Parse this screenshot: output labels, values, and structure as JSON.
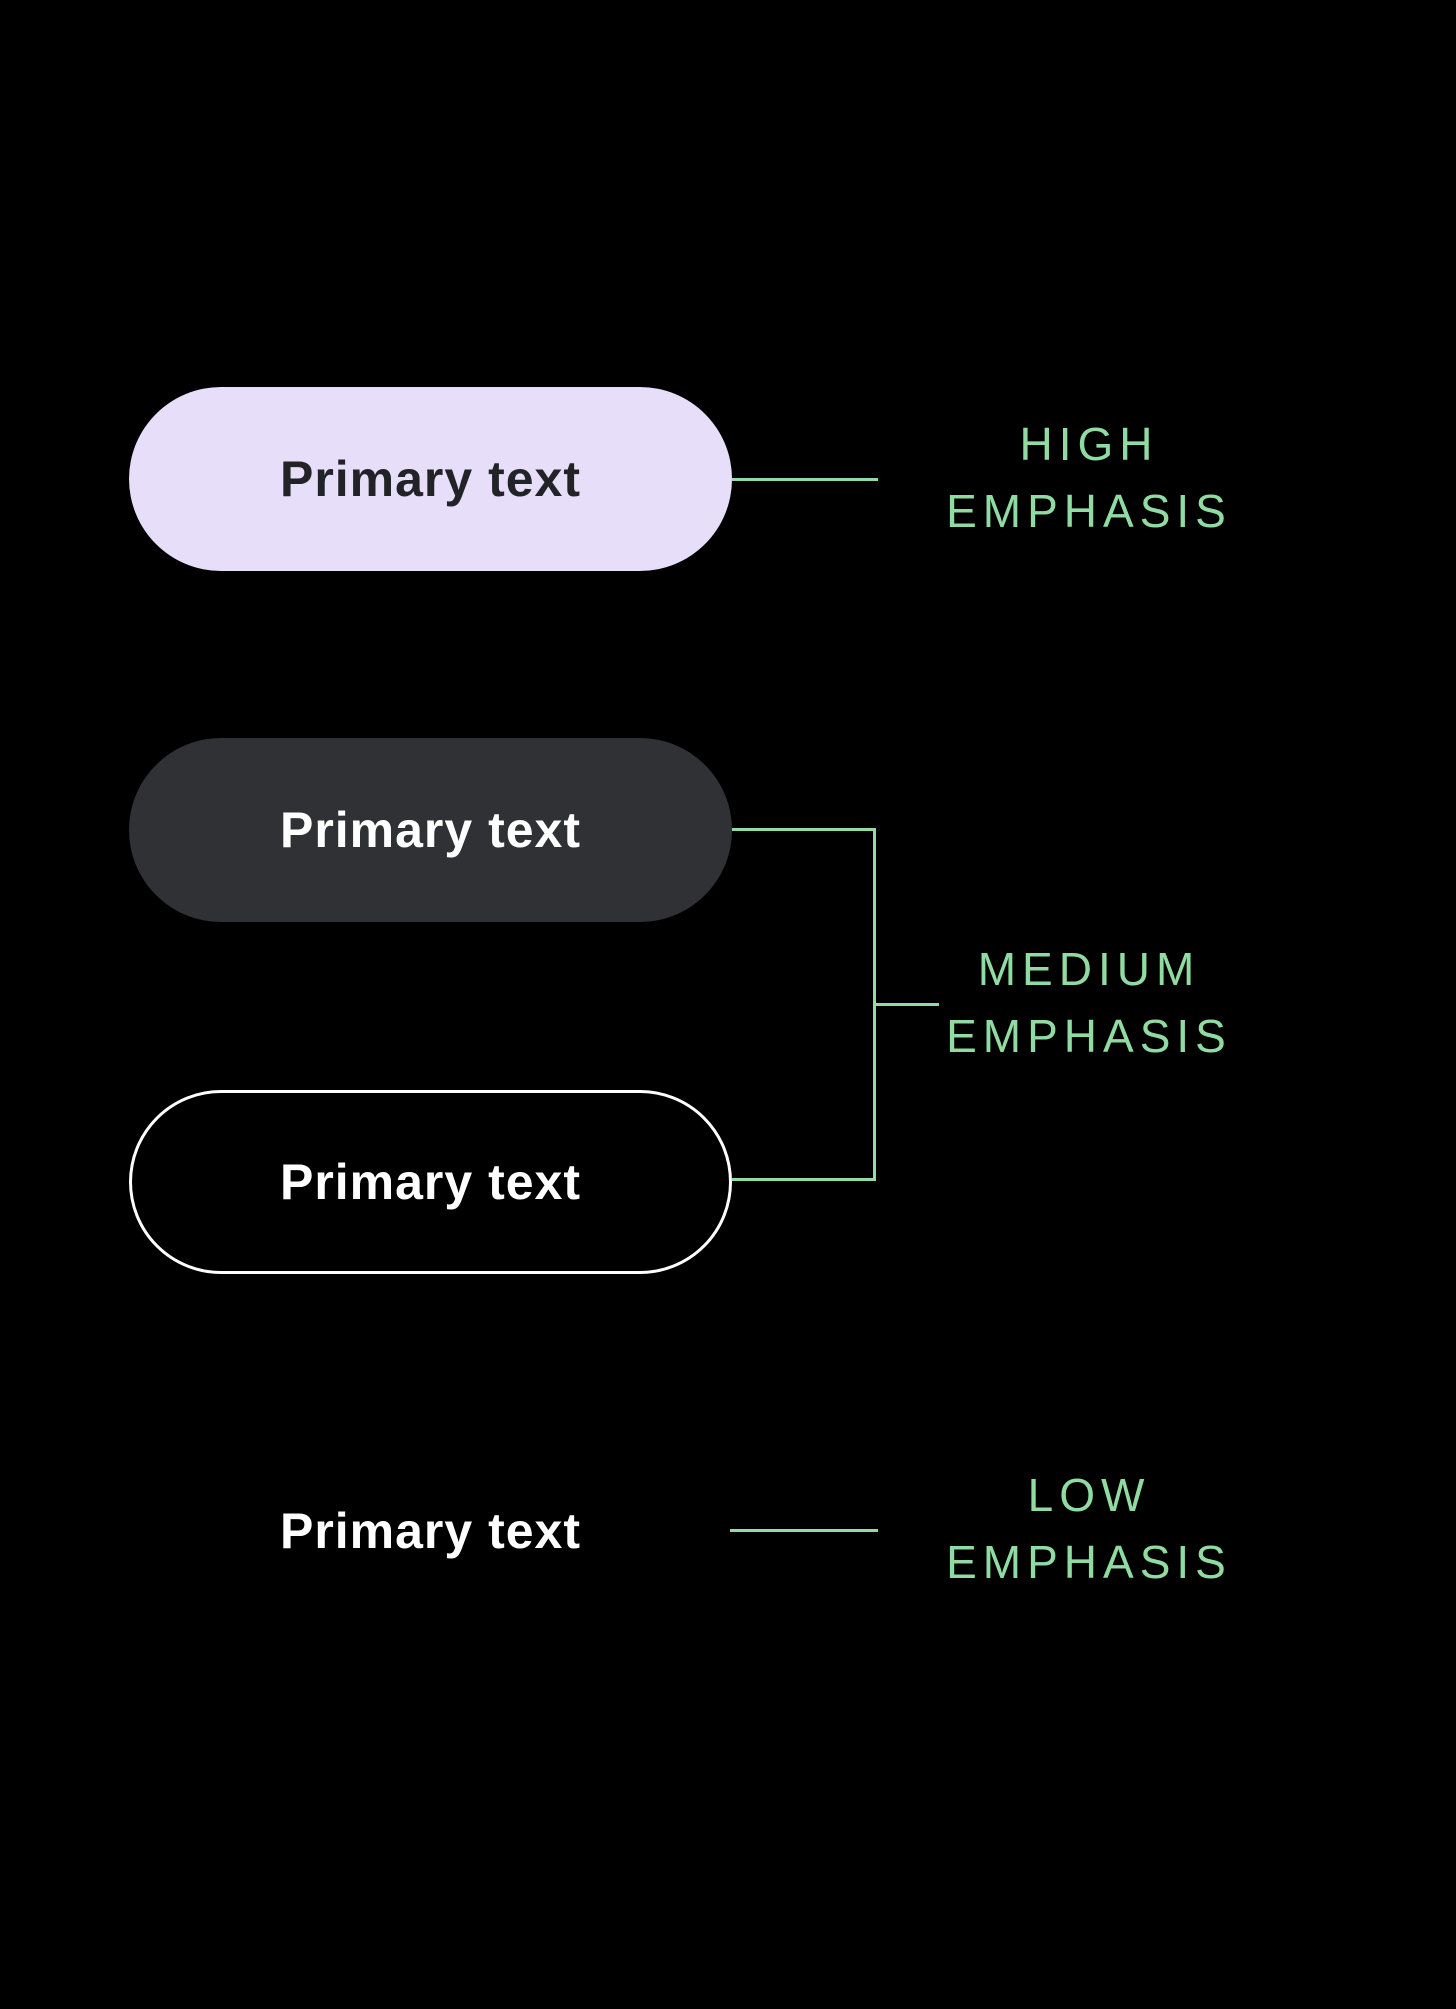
{
  "colors": {
    "background": "#000000",
    "accent_green_text": "#8FDBA2",
    "connector_green": "#93DBA4",
    "high_fill_lavender": "#E7DEF9",
    "medium_fill_gray": "#2F3135",
    "outline_white": "#FFFFFF",
    "dark_button_text": "#222327",
    "light_button_text": "#FFFFFF"
  },
  "buttons": {
    "high": {
      "label": "Primary text"
    },
    "medium_filled": {
      "label": "Primary text"
    },
    "medium_outlined": {
      "label": "Primary text"
    },
    "low": {
      "label": "Primary text"
    }
  },
  "labels": {
    "high": {
      "line1": "HIGH",
      "line2": "EMPHASIS"
    },
    "medium": {
      "line1": "MEDIUM",
      "line2": "EMPHASIS"
    },
    "low": {
      "line1": "LOW",
      "line2": "EMPHASIS"
    }
  }
}
